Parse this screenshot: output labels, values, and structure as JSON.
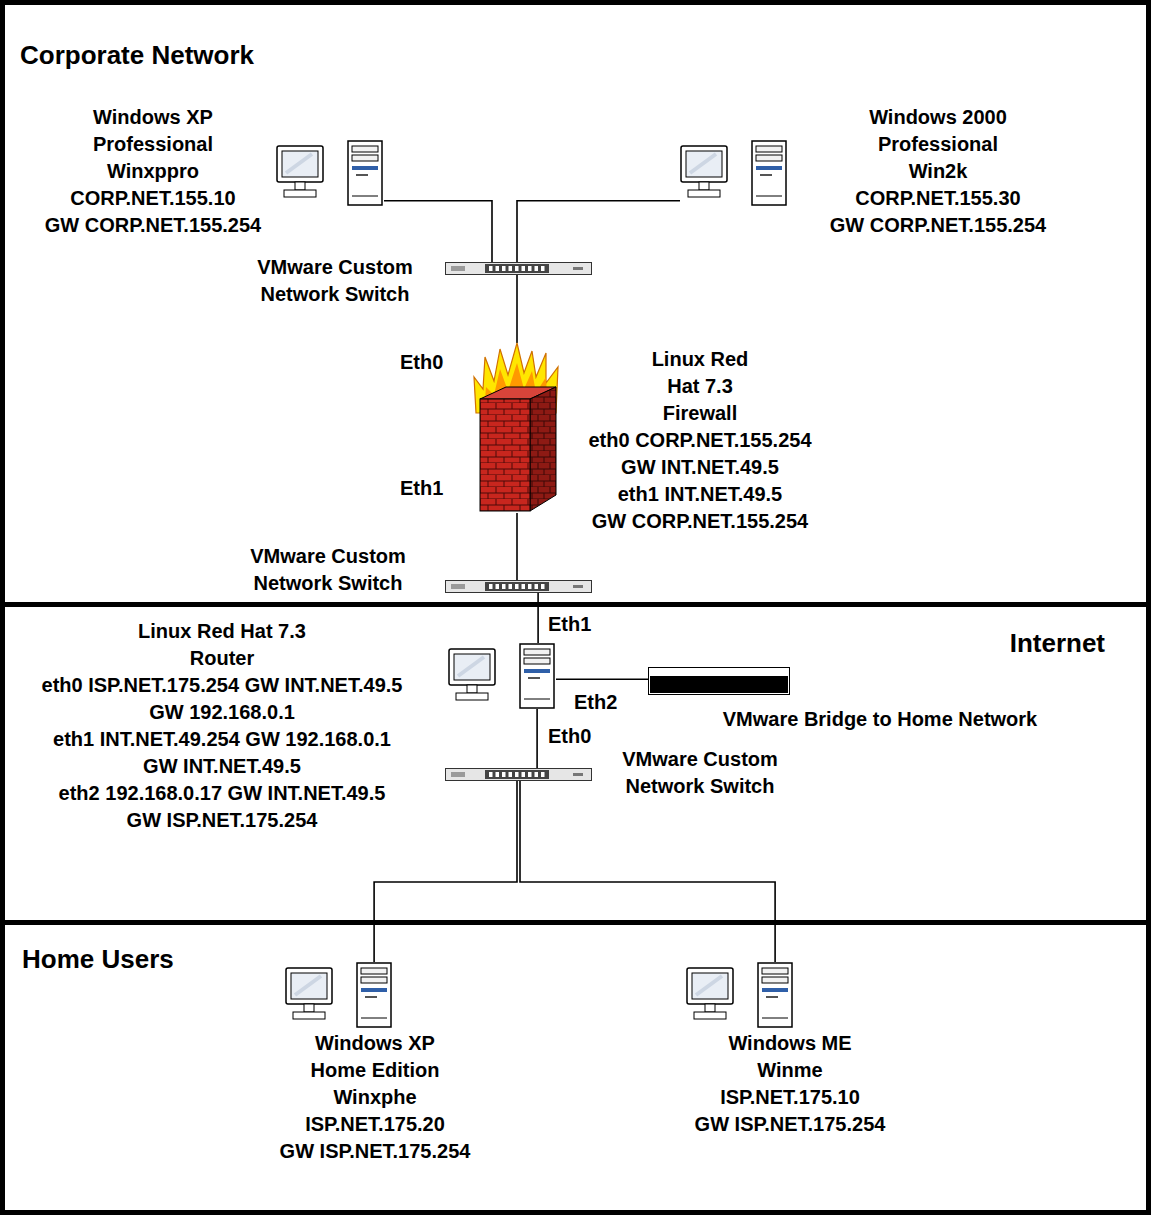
{
  "diagram": {
    "nodes": [
      {
        "text": [
          "Corporate Network"
        ]
      },
      {
        "text": [
          "Windows XP Professional",
          "Winxppro",
          "CORP.NET.155.10",
          "GW CORP.NET.155.254"
        ],
        "in": 0
      },
      {
        "text": [
          "Windows 2000 Professional",
          "Win2k",
          "CORP.NET.155.30",
          "GW CORP.NET.155.254"
        ],
        "in": 0
      },
      {
        "text": [
          "VMware Custom Network Switch"
        ],
        "in": 0
      },
      {
        "text": [
          "Linux Red Hat 7.3 Firewall",
          "eth0 CORP.NET.155.254",
          "GW INT.NET.49.5",
          "eth1 INT.NET.49.5",
          "GW CORP.NET.155.254"
        ],
        "in": 0
      },
      {
        "text": [
          "VMware Custom Network Switch"
        ],
        "in": 0
      },
      {
        "text": [
          "Internet"
        ]
      },
      {
        "text": [
          "Linux Red Hat 7.3 Router",
          "eth0 ISP.NET.175.254 GW INT.NET.49.5",
          "GW 192.168.0.1",
          "eth1 INT.NET.49.254 GW 192.168.0.1",
          "GW INT.NET.49.5",
          "eth2 192.168.0.17 GW INT.NET.49.5",
          "GW ISP.NET.175.254"
        ],
        "in": 6
      },
      {
        "text": [
          "VMware Bridge to Home Network"
        ],
        "in": 6
      },
      {
        "text": [
          "VMware Custom Network Switch"
        ],
        "in": 6
      },
      {
        "text": [
          "Home Users"
        ]
      },
      {
        "text": [
          "Windows XP Home Edition",
          "Winxphe",
          "ISP.NET.175.20",
          "GW ISP.NET.175.254"
        ],
        "in": 10
      },
      {
        "text": [
          "Windows ME",
          "Winme",
          "ISP.NET.175.10",
          "GW ISP.NET.175.254"
        ],
        "in": 10
      }
    ],
    "edges": [
      {
        "from": 1,
        "to": 3,
        "arrow": "none"
      },
      {
        "from": 2,
        "to": 3,
        "arrow": "none"
      },
      {
        "from": 3,
        "to": 4,
        "arrow": "none"
      },
      {
        "from": 4,
        "to": 5,
        "arrow": "none"
      },
      {
        "from": 5,
        "to": 7,
        "arrow": "none"
      },
      {
        "from": 7,
        "to": 8,
        "arrow": "none"
      },
      {
        "from": 7,
        "to": 9,
        "arrow": "none"
      },
      {
        "from": 9,
        "to": 11,
        "arrow": "none"
      },
      {
        "from": 9,
        "to": 12,
        "arrow": "none"
      }
    ],
    "labels": [
      "Eth0",
      "Eth1",
      "Eth1",
      "Eth2",
      "Eth0"
    ]
  }
}
